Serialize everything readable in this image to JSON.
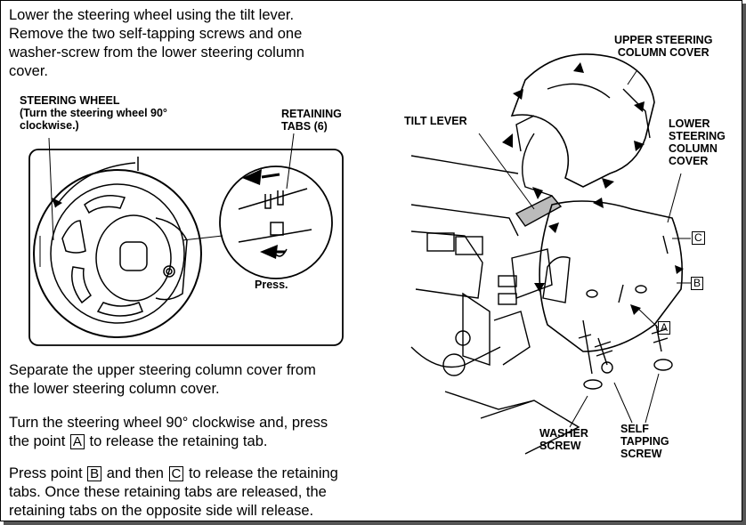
{
  "instructions": {
    "step1": "Lower the steering wheel using the tilt lever.\nRemove the two self-tapping screws and one\nwasher-screw from the lower steering column\ncover.",
    "step2": "Separate the upper steering column cover from\nthe lower steering column cover.",
    "step3_pre": "Turn the steering wheel 90° clockwise and, press\nthe point ",
    "step3_point": "A",
    "step3_post": " to release the retaining tab.",
    "step4_a": "Press point ",
    "step4_b_point": "B",
    "step4_mid": " and then ",
    "step4_c_point": "C",
    "step4_post": " to release the retaining\ntabs. Once these retaining tabs are released, the\nretaining tabs on the opposite side will release."
  },
  "left_figure": {
    "steering_wheel_label": "STEERING WHEEL\n(Turn the steering wheel 90°\nclockwise.)",
    "retaining_tabs_label": "RETAINING\nTABS (6)",
    "press_label": "Press."
  },
  "right_figure": {
    "upper_cover_label": "UPPER STEERING\nCOLUMN COVER",
    "tilt_lever_label": "TILT LEVER",
    "lower_cover_label": "LOWER\nSTEERING\nCOLUMN\nCOVER",
    "washer_screw_label": "WASHER\nSCREW",
    "self_tapping_label": "SELF\nTAPPING\nSCREW",
    "callout_a": "A",
    "callout_b": "B",
    "callout_c": "C"
  }
}
